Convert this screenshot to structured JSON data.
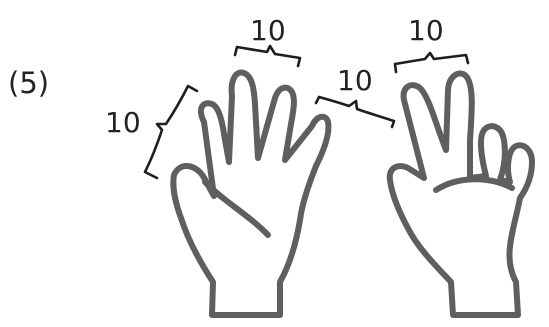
{
  "problem_number": "(5)",
  "labels": {
    "left_thumb_span": "10",
    "left_fingers_span": "10",
    "between_hands_span": "10",
    "right_fingers_span": "10"
  },
  "colors": {
    "hand_outline": "#5f5f5f",
    "text": "#222222",
    "brace": "#1e1e1e"
  }
}
